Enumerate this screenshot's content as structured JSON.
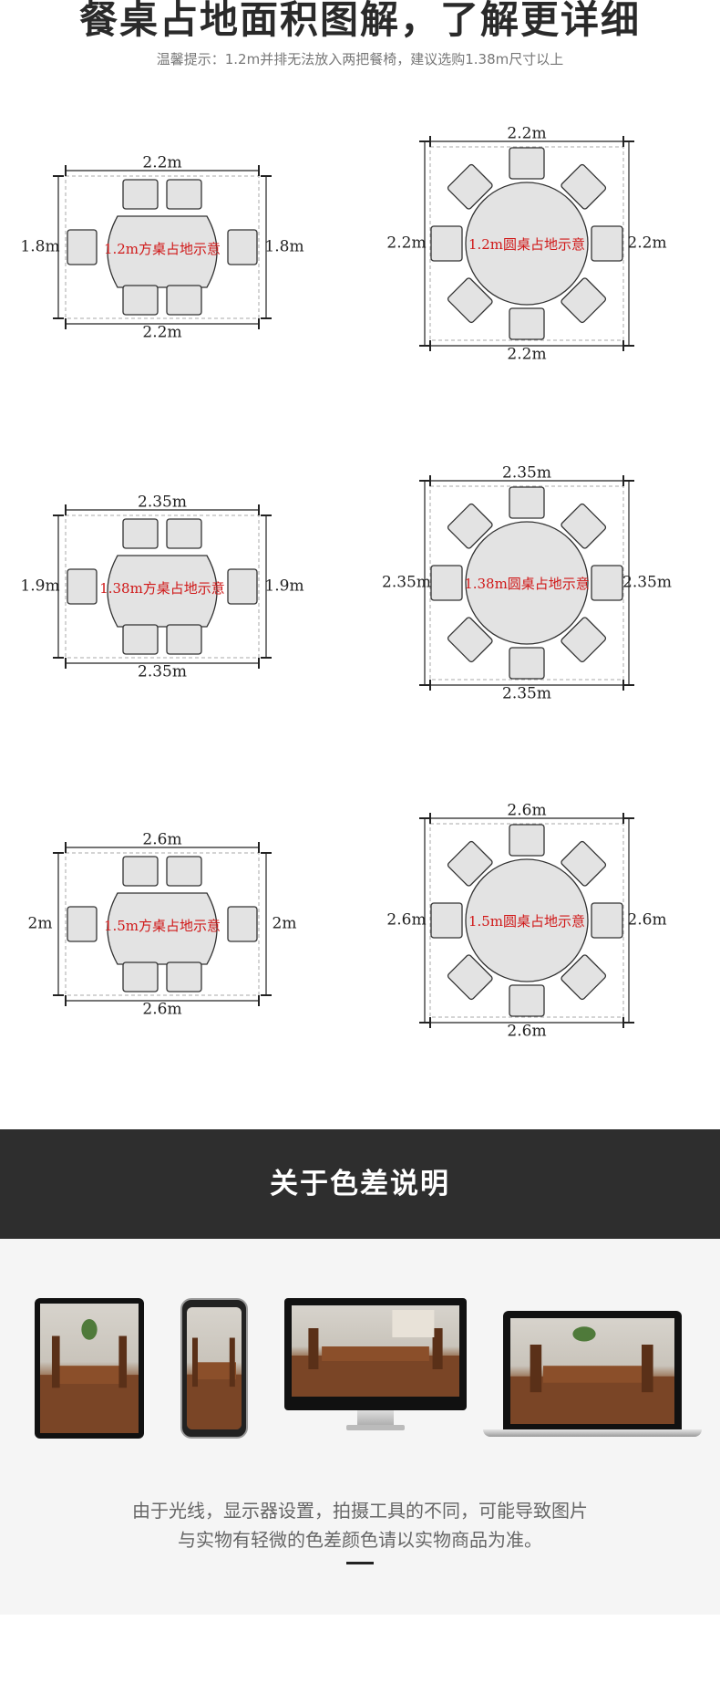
{
  "header": {
    "title": "餐桌占地面积图解，了解更详细",
    "tip": "温馨提示：1.2m并排无法放入两把餐椅，建议选购1.38m尺寸以上"
  },
  "diagrams": [
    {
      "shape": "rect",
      "label": "1.2m方桌占地示意",
      "top": "2.2m",
      "bottom": "2.2m",
      "left": "1.8m",
      "right": "1.8m"
    },
    {
      "shape": "round",
      "label": "1.2m圆桌占地示意",
      "top": "2.2m",
      "bottom": "2.2m",
      "left": "2.2m",
      "right": "2.2m"
    },
    {
      "shape": "rect",
      "label": "1.38m方桌占地示意",
      "top": "2.35m",
      "bottom": "2.35m",
      "left": "1.9m",
      "right": "1.9m"
    },
    {
      "shape": "round",
      "label": "1.38m圆桌占地示意",
      "top": "2.35m",
      "bottom": "2.35m",
      "left": "2.35m",
      "right": "2.35m"
    },
    {
      "shape": "rect",
      "label": "1.5m方桌占地示意",
      "top": "2.6m",
      "bottom": "2.6m",
      "left": "2m",
      "right": "2m"
    },
    {
      "shape": "round",
      "label": "1.5m圆桌占地示意",
      "top": "2.6m",
      "bottom": "2.6m",
      "left": "2.6m",
      "right": "2.6m"
    }
  ],
  "colors": {
    "label": "#d01818",
    "seat": "#e3e3e3",
    "band": "#2e2e2e"
  },
  "color_section": {
    "title": "关于色差说明",
    "devices": [
      "tablet",
      "phone",
      "monitor",
      "laptop"
    ],
    "notice_line1": "由于光线，显示器设置，拍摄工具的不同，可能导致图片",
    "notice_line2": "与实物有轻微的色差颜色请以实物商品为准。"
  }
}
